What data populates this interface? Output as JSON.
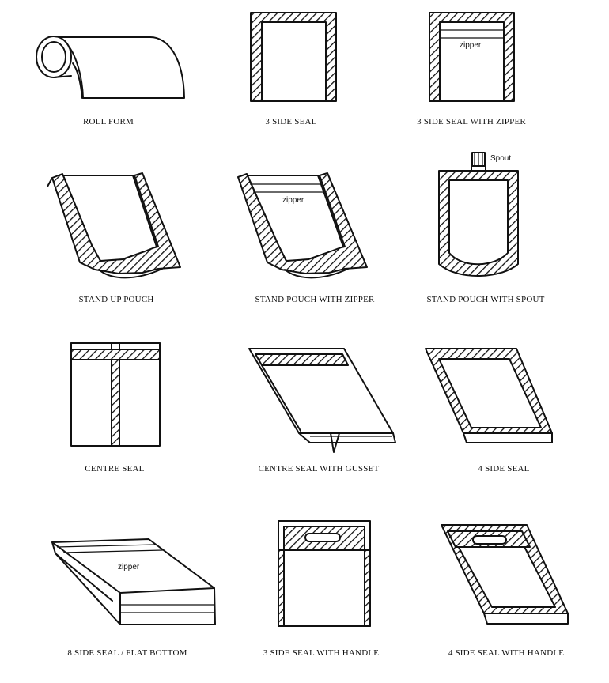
{
  "diagram": {
    "items": [
      {
        "caption": "ROLL FORM"
      },
      {
        "caption": "3 SIDE SEAL"
      },
      {
        "caption": "3 SIDE SEAL WITH ZIPPER",
        "label": "zipper"
      },
      {
        "caption": "STAND UP POUCH"
      },
      {
        "caption": "STAND POUCH WITH ZIPPER",
        "label": "zipper"
      },
      {
        "caption": "STAND POUCH WITH SPOUT",
        "label": "Spout"
      },
      {
        "caption": "CENTRE SEAL"
      },
      {
        "caption": "CENTRE SEAL  WITH GUSSET"
      },
      {
        "caption": "4 SIDE SEAL"
      },
      {
        "caption": "8 SIDE SEAL /  FLAT BOTTOM",
        "label": "zipper"
      },
      {
        "caption": "3 SIDE SEAL WITH HANDLE"
      },
      {
        "caption": "4 SIDE SEAL WITH HANDLE"
      }
    ]
  }
}
